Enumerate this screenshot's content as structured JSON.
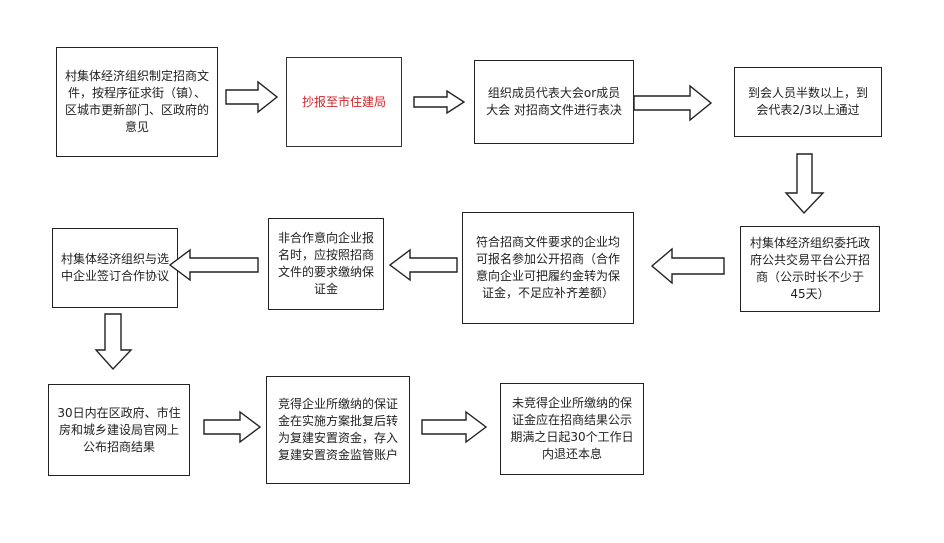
{
  "colors": {
    "border": "#222222",
    "highlight_text": "#d2232a",
    "arrow_fill": "#ffffff"
  },
  "steps": [
    {
      "id": "s1",
      "text": "村集体经济组织制定招商文件，按程序征求街（镇）、区城市更新部门、区政府的意见"
    },
    {
      "id": "s2",
      "text": "抄报至市住建局",
      "highlight": true
    },
    {
      "id": "s3",
      "text": "组织成员代表大会or成员大会 对招商文件进行表决"
    },
    {
      "id": "s4",
      "text": "到会人员半数以上，到会代表2/3以上通过"
    },
    {
      "id": "s5",
      "text": "村集体经济组织委托政府公共交易平台公开招商（公示时长不少于45天）"
    },
    {
      "id": "s6",
      "text": "符合招商文件要求的企业均可报名参加公开招商（合作意向企业可把履约金转为保证金，不足应补齐差额）"
    },
    {
      "id": "s7",
      "text": "非合作意向企业报名时，应按照招商文件的要求缴纳保证金"
    },
    {
      "id": "s8",
      "text": "村集体经济组织与选中企业签订合作协议"
    },
    {
      "id": "s9",
      "text": "30日内在区政府、市住房和城乡建设局官网上公布招商结果"
    },
    {
      "id": "s10",
      "text": "竞得企业所缴纳的保证金在实施方案批复后转为复建安置资金，存入复建安置资金监管账户"
    },
    {
      "id": "s11",
      "text": "未竞得企业所缴纳的保证金应在招商结果公示期满之日起30个工作日内退还本息"
    }
  ],
  "flow": [
    {
      "from": "s1",
      "to": "s2",
      "direction": "right"
    },
    {
      "from": "s2",
      "to": "s3",
      "direction": "right"
    },
    {
      "from": "s3",
      "to": "s4",
      "direction": "right"
    },
    {
      "from": "s4",
      "to": "s5",
      "direction": "down"
    },
    {
      "from": "s5",
      "to": "s6",
      "direction": "left"
    },
    {
      "from": "s6",
      "to": "s7",
      "direction": "left"
    },
    {
      "from": "s7",
      "to": "s8",
      "direction": "left"
    },
    {
      "from": "s8",
      "to": "s9",
      "direction": "down"
    },
    {
      "from": "s9",
      "to": "s10",
      "direction": "right"
    },
    {
      "from": "s10",
      "to": "s11",
      "direction": "right"
    }
  ]
}
